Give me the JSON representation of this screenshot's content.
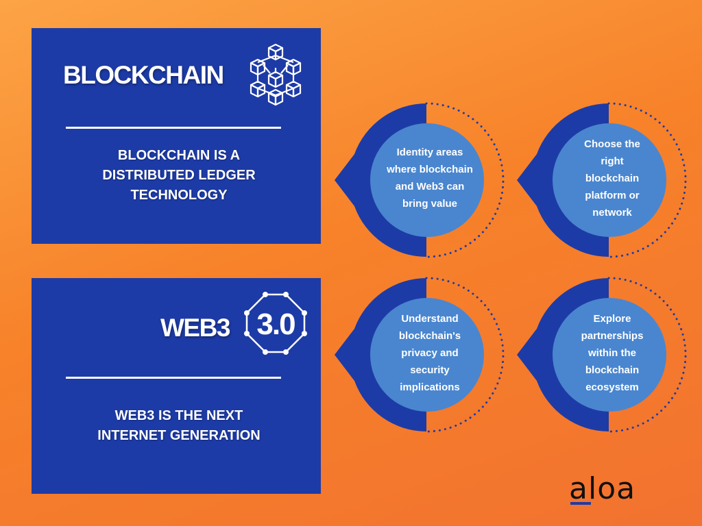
{
  "blockchain": {
    "title": "BLOCKCHAIN",
    "icon": "blockchain-cubes-icon",
    "description_lines": [
      "BLOCKCHAIN IS A",
      "DISTRIBUTED LEDGER",
      "TECHNOLOGY"
    ]
  },
  "web3": {
    "title": "WEB3",
    "badge": "3.0",
    "icon": "web3-octagon-icon",
    "description_lines": [
      "WEB3 IS THE NEXT",
      "INTERNET GENERATION"
    ]
  },
  "steps": [
    {
      "lines": [
        "Identity areas",
        "where blockchain",
        "and Web3 can",
        "bring value"
      ]
    },
    {
      "lines": [
        "Choose the",
        "right",
        "blockchain",
        "platform or",
        "network"
      ]
    },
    {
      "lines": [
        "Understand",
        "blockchain's",
        "privacy and",
        "security",
        "implications"
      ]
    },
    {
      "lines": [
        "Explore",
        "partnerships",
        "within the",
        "blockchain",
        "ecosystem"
      ]
    }
  ],
  "logo": {
    "text": "aloa"
  },
  "colors": {
    "panel": "#1d3ba6",
    "circle_inner": "#4a86cf",
    "circle_outer": "#1d3ba6",
    "dots": "#1d3ba6",
    "background_start": "#fca446",
    "background_end": "#f2722f"
  }
}
